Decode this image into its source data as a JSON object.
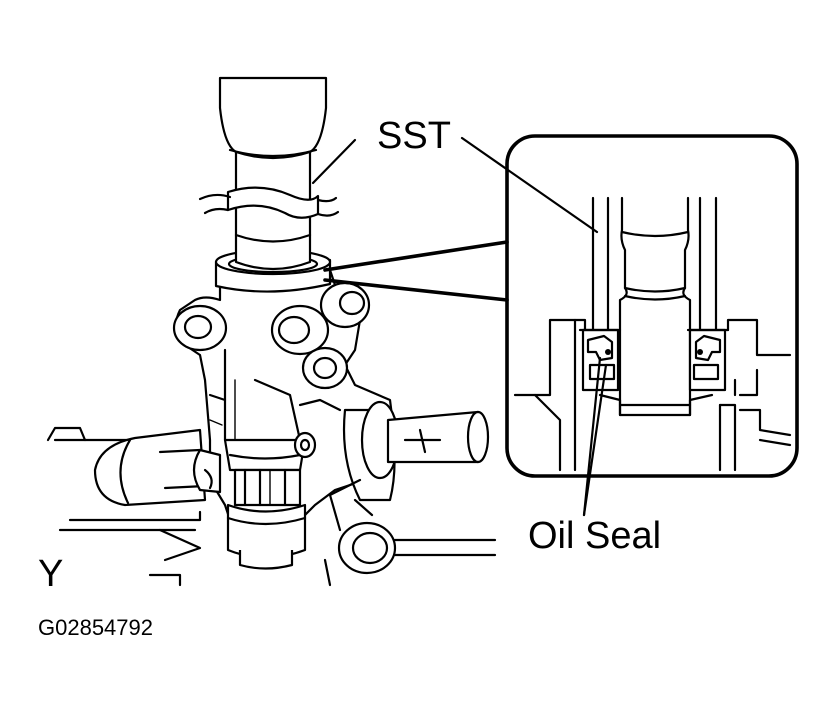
{
  "labels": {
    "sst": "SST",
    "oil_seal": "Oil Seal",
    "view_marker": "Y",
    "figure_code": "G02854792"
  }
}
